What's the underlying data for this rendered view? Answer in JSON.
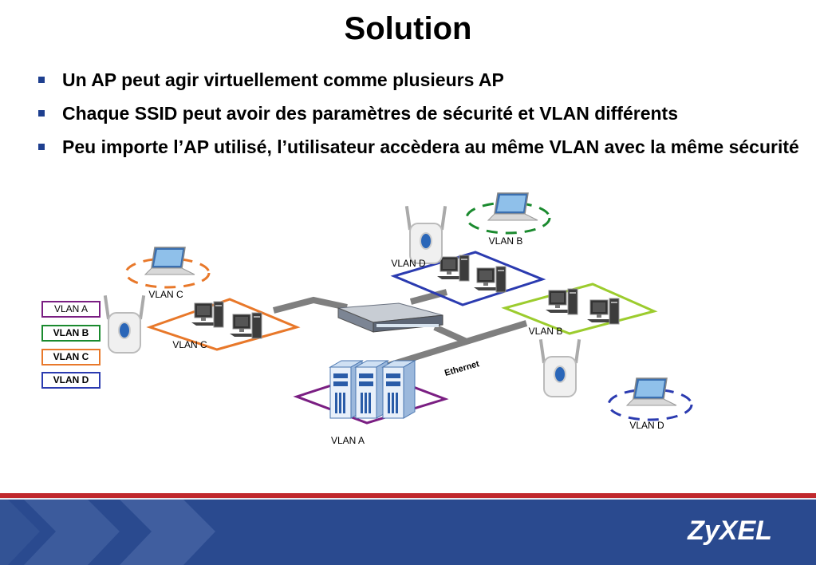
{
  "title": "Solution",
  "bullets": [
    "Un AP peut agir virtuellement comme plusieurs AP",
    "Chaque SSID peut avoir des paramètres de sécurité et VLAN différents",
    "Peu importe l’AP utilisé, l’utilisateur accèdera au même VLAN avec la même sécurité"
  ],
  "legend": [
    {
      "label": "VLAN A",
      "color": "#7a1e82"
    },
    {
      "label": "VLAN B",
      "color": "#1a8a2e"
    },
    {
      "label": "VLAN C",
      "color": "#e8782a"
    },
    {
      "label": "VLAN D",
      "color": "#2b3bb0"
    }
  ],
  "diagram": {
    "labels": {
      "vlan_c_laptop": "VLAN C",
      "vlan_c_group": "VLAN C",
      "vlan_d_group": "VLAN D",
      "vlan_b_laptop": "VLAN B",
      "vlan_b_group": "VLAN B",
      "vlan_a_servers": "VLAN A",
      "vlan_d_laptop": "VLAN D",
      "ethernet": "Ethernet"
    }
  },
  "colors": {
    "vlan_a": "#7a1e82",
    "vlan_b_legend": "#1a8a2e",
    "vlan_b_zone": "#9ccc2e",
    "vlan_c": "#e8782a",
    "vlan_d": "#2b3bb0",
    "footer_blue": "#2a4a8f",
    "footer_red": "#c0282d"
  },
  "brand": "ZyXEL"
}
